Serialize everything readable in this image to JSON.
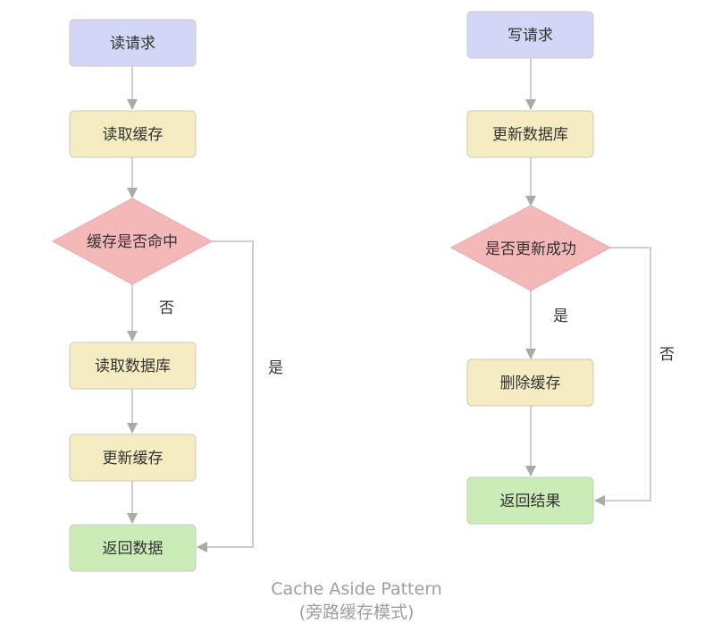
{
  "colors": {
    "start": "#d3d6f6",
    "process": "#f6ecc2",
    "decision": "#f4b8b8",
    "end": "#cbecb6",
    "edge": "#cdd0c8",
    "arrowhead": "#a8ada2",
    "border": "#c9cbc2",
    "caption": "#9aa09a"
  },
  "read_flow": {
    "start": "读请求",
    "read_cache": "读取缓存",
    "decision": "缓存是否命中",
    "no_label": "否",
    "yes_label": "是",
    "read_db": "读取数据库",
    "update_cache": "更新缓存",
    "end": "返回数据"
  },
  "write_flow": {
    "start": "写请求",
    "update_db": "更新数据库",
    "decision": "是否更新成功",
    "yes_label": "是",
    "no_label": "否",
    "delete_cache": "删除缓存",
    "end": "返回结果"
  },
  "caption": {
    "title": "Cache Aside Pattern",
    "subtitle": "(旁路缓存模式)"
  }
}
